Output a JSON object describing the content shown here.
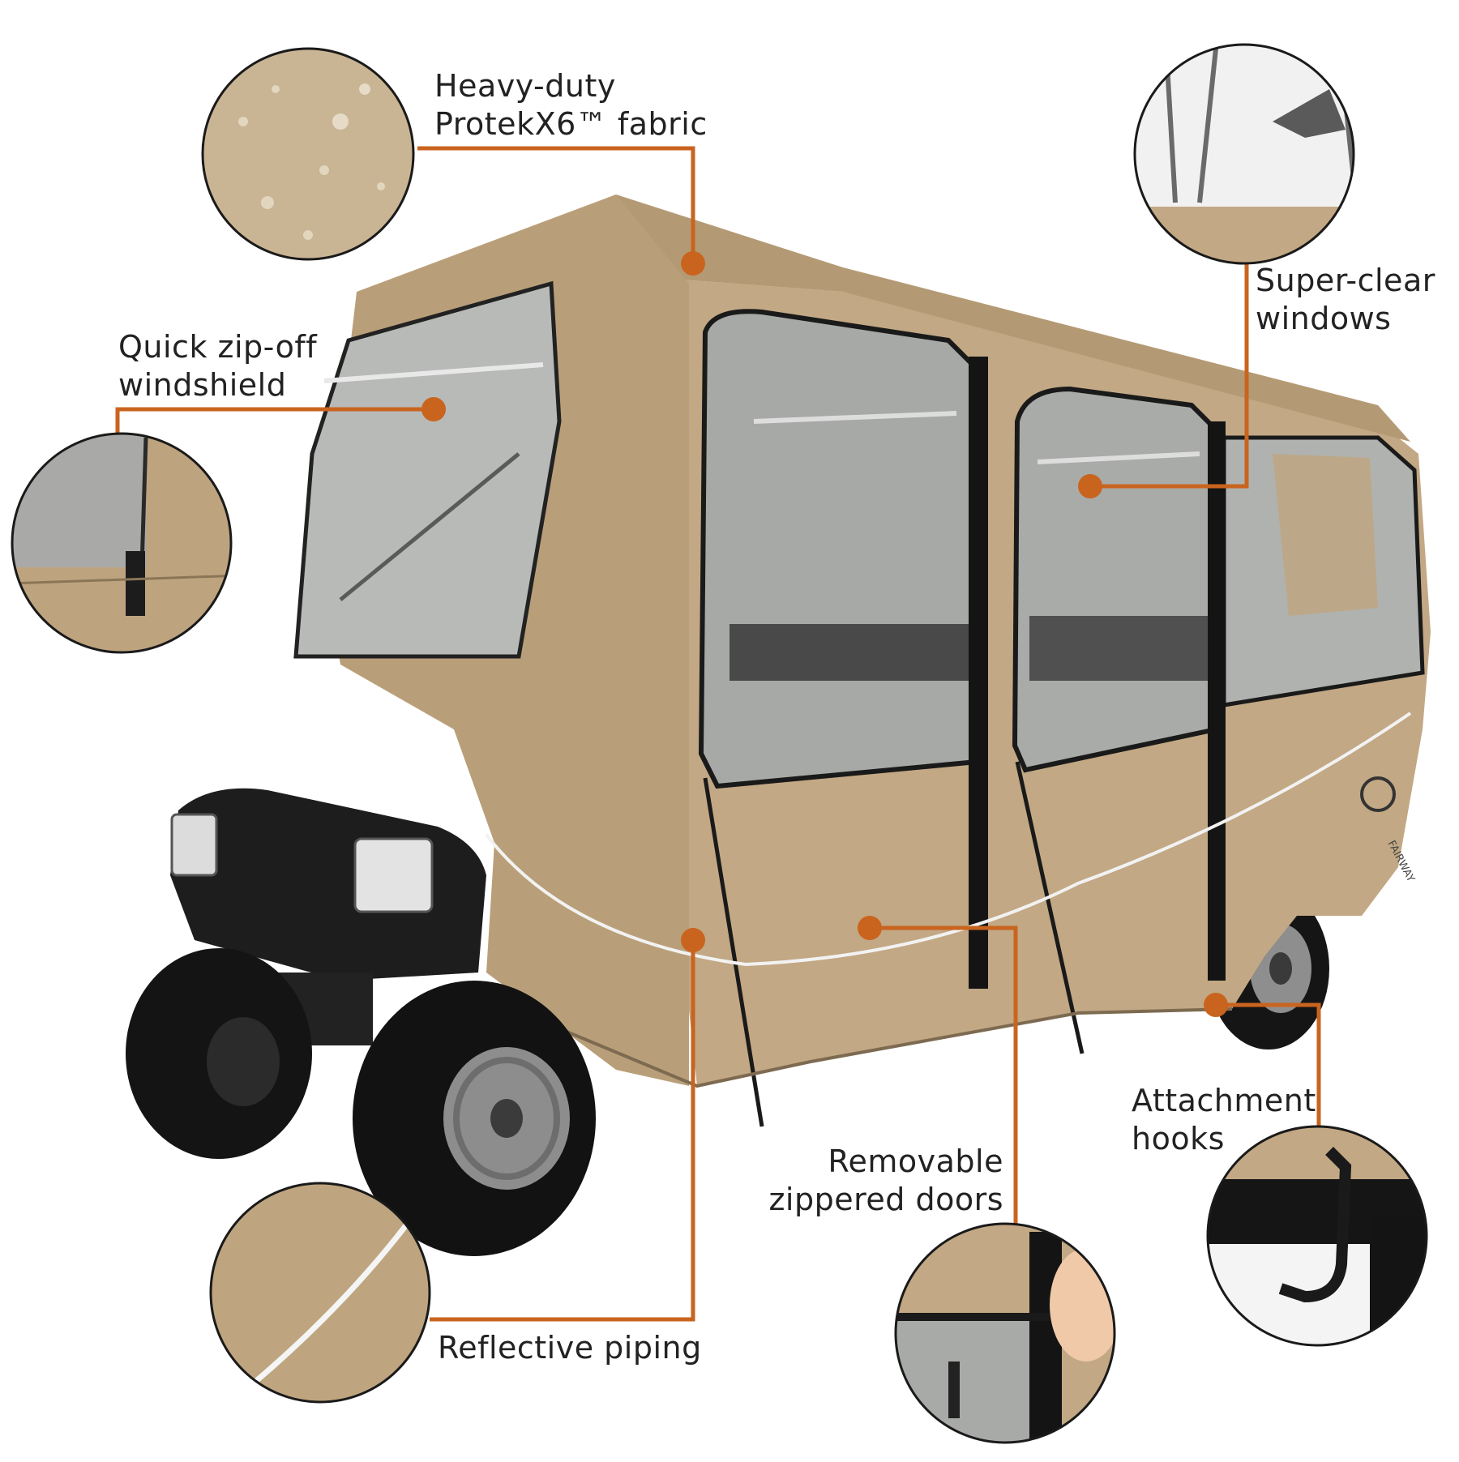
{
  "colors": {
    "callout": "#c9641f",
    "fabric": "#c2a884",
    "fabric_dark": "#a88d67",
    "window": "#b7b9b6",
    "frame": "#1c1c1c",
    "piping": "#f2f2f2"
  },
  "callouts": {
    "fabric": {
      "line1": "Heavy-duty",
      "line2": "ProtekX6™ fabric"
    },
    "windshield": {
      "line1": "Quick zip-off",
      "line2": "windshield"
    },
    "windows": {
      "line1": "Super-clear",
      "line2": "windows"
    },
    "piping": {
      "line1": "Reflective piping"
    },
    "doors": {
      "line1": "Removable",
      "line2": "zippered doors"
    },
    "hooks": {
      "line1": "Attachment",
      "line2": "hooks"
    }
  },
  "brand": {
    "logo_text": "FAIRWAY"
  }
}
